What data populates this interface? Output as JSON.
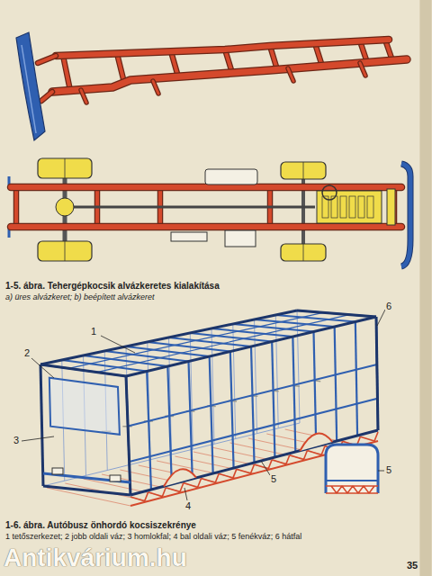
{
  "diagram": {
    "labels": [
      "1-5. ábra. Tehergépkocsik alvázkeretes kialakítása",
      "a) üres alvázkeret; b) beépített alvázkeret",
      "1",
      "2",
      "3",
      "4",
      "5",
      "6",
      "5",
      "1-6. ábra. Autóbusz önhordó kocsiszekrénye",
      "1 tetőszerkezet; 2 jobb oldali váz; 3 homlokfal; 4 bal oldali váz; 5 fenékváz; 6 hátfal",
      "35",
      "Antikvárium.hu"
    ]
  }
}
